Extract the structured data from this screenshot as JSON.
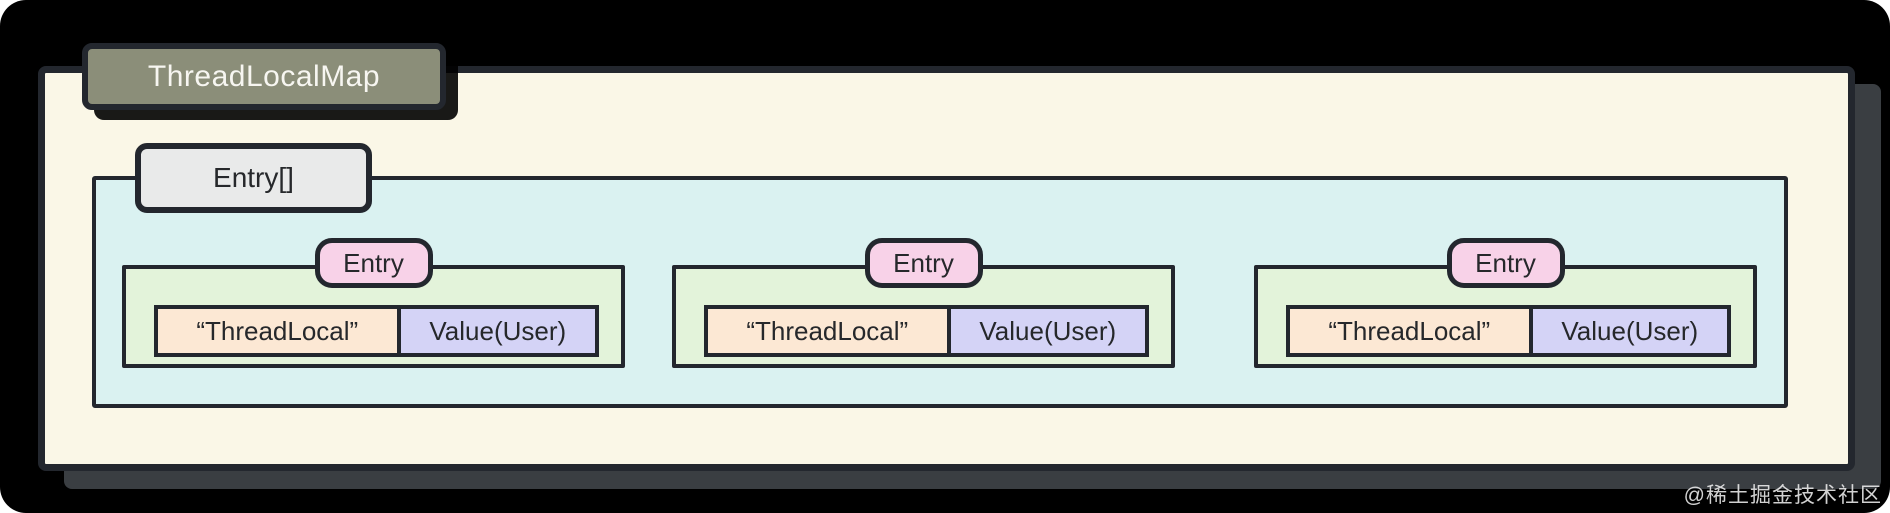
{
  "diagram": {
    "title": "ThreadLocalMap",
    "array_label": "Entry[]",
    "entries": [
      {
        "label": "Entry",
        "key": "“ThreadLocal”",
        "value": "Value(User)"
      },
      {
        "label": "Entry",
        "key": "“ThreadLocal”",
        "value": "Value(User)"
      },
      {
        "label": "Entry",
        "key": "“ThreadLocal”",
        "value": "Value(User)"
      }
    ],
    "watermark": "@稀土掘金技术社区",
    "colors": {
      "canvas_bg": "#000000",
      "outer_fill": "#faf7e7",
      "inner_fill": "#daf2f1",
      "entry_fill": "#e3f3da",
      "pill_fill": "#f8d2e8",
      "key_fill": "#fce8d4",
      "value_fill": "#d4d3f6",
      "array_label_fill": "#e9eaea",
      "title_fill": "#8b8e79",
      "title_text": "#f7f6f1",
      "border": "#23272e",
      "text": "#26282b",
      "shadow": "#3a3e42"
    }
  }
}
